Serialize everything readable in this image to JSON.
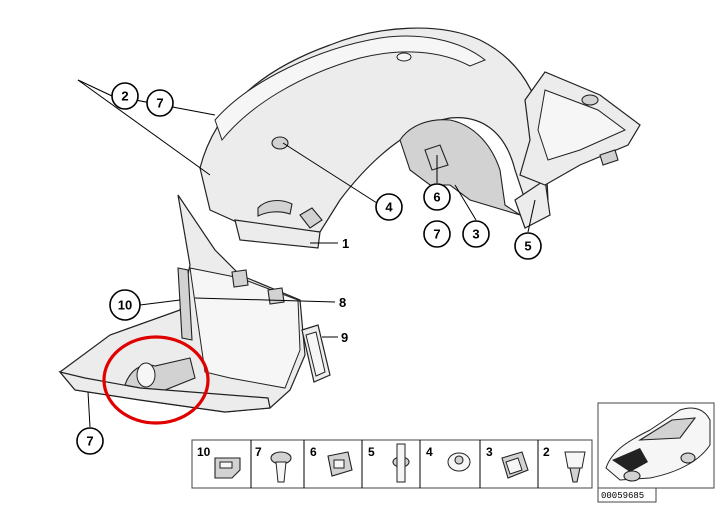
{
  "diagram_id": "00059685",
  "callouts": {
    "c2": "2",
    "c7_top": "7",
    "c4": "4",
    "c6": "6",
    "c7_mid": "7",
    "c3": "3",
    "c5": "5",
    "c1": "1",
    "c10": "10",
    "c8": "8",
    "c9": "9",
    "c7_bottom": "7"
  },
  "legend": [
    "10",
    "7",
    "6",
    "5",
    "4",
    "3",
    "2"
  ],
  "highlight_color": "#e00000"
}
